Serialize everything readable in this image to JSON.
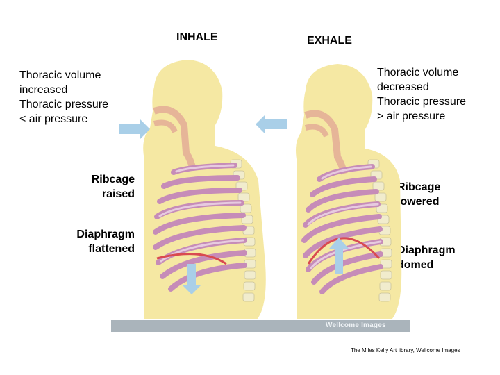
{
  "headings": {
    "inhale": "INHALE",
    "exhale": "EXHALE"
  },
  "inhale": {
    "volume_text": "Thoracic volume\nincreased\nThoracic pressure\n< air pressure",
    "ribcage_text": "Ribcage\nraised",
    "diaphragm_text": "Diaphragm\nflattened"
  },
  "exhale": {
    "volume_text": "Thoracic volume\ndecreased\nThoracic pressure\n> air pressure",
    "ribcage_text": "Ribcage\nlowered",
    "diaphragm_text": "Diaphragm\ndomed"
  },
  "watermark": "Wellcome Images",
  "credit": "The Miles Kelly Art library, Wellcome Images",
  "colors": {
    "skin": "#f5e8a3",
    "ribs": "#c68cb8",
    "ribs_light": "#e7cbe0",
    "spine": "#f1eccd",
    "airway": "#e6b598",
    "diaphragm": "#d94a50",
    "arrow": "#a9cfe8",
    "bar": "#aab4bb"
  },
  "icons": {
    "arrow": "arrow-icon"
  }
}
